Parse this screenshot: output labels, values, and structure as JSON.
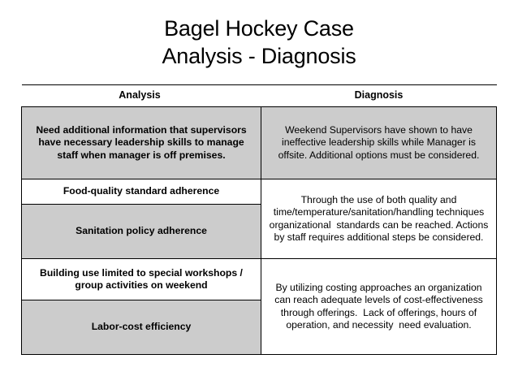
{
  "slide": {
    "title_line_1": "Bagel Hockey Case",
    "title_line_2": "Analysis - Diagnosis"
  },
  "table": {
    "headers": {
      "analysis": "Analysis",
      "diagnosis": "Diagnosis"
    },
    "rows": [
      {
        "analysis": "Need additional information that supervisors have necessary leadership skills to manage staff when manager is off premises.",
        "analysis_fill": "#cccccc",
        "diagnosis": "Weekend Supervisors have shown to have ineffective leadership skills while Manager is offsite. Additional options must be considered.",
        "diagnosis_fill": "#cccccc"
      },
      {
        "analysis": "Food-quality standard adherence",
        "analysis_fill": "#ffffff",
        "diagnosis": "Through the use of both quality and time/temperature/sanitation/handling techniques organizational  standards can be reached. Actions by staff requires additional steps be considered.",
        "diagnosis_fill": "#ffffff"
      },
      {
        "analysis": "Sanitation policy adherence",
        "analysis_fill": "#cccccc"
      },
      {
        "analysis": "Building use limited to special workshops / group activities on weekend",
        "analysis_fill": "#ffffff",
        "diagnosis": "By utilizing costing approaches an organization can reach adequate levels of cost-effectiveness through offerings.  Lack of offerings, hours of operation, and necessity  need evaluation.",
        "diagnosis_fill": "#ffffff"
      },
      {
        "analysis": "Labor-cost efficiency",
        "analysis_fill": "#cccccc"
      }
    ]
  },
  "colors": {
    "page_background": "#ffffff",
    "text": "#000000",
    "cell_shading": "#cccccc",
    "border": "#000000"
  }
}
